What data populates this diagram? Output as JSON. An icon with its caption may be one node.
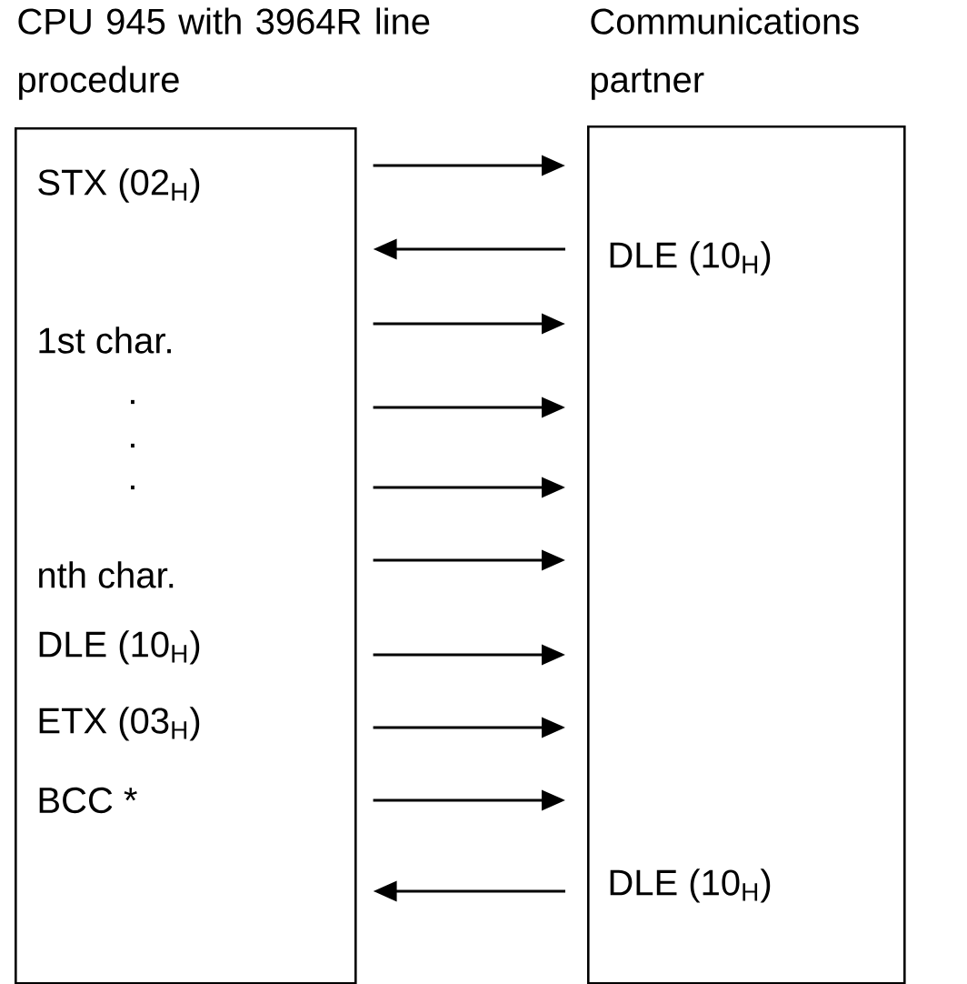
{
  "diagram": {
    "nodes": [
      {
        "text": [
          "CPU 945 with 3964R line procedure",
          "STX (02$_{H}$)",
          "1st char.",
          ".",
          ".",
          ".",
          "nth char.",
          "DLE (10$_{H}$)",
          "ETX (03$_{H}$)",
          "BCC *"
        ]
      },
      {
        "text": [
          "Communications partner",
          "DLE (10$_{H}$)",
          "DLE (10$_{H}$)"
        ]
      }
    ],
    "edges": [
      {
        "from": 0,
        "to": 1,
        "arrow": "to"
      },
      {
        "from": 1,
        "to": 0,
        "arrow": "to"
      },
      {
        "from": 0,
        "to": 1,
        "arrow": "to"
      },
      {
        "from": 0,
        "to": 1,
        "arrow": "to"
      },
      {
        "from": 0,
        "to": 1,
        "arrow": "to"
      },
      {
        "from": 0,
        "to": 1,
        "arrow": "to"
      },
      {
        "from": 0,
        "to": 1,
        "arrow": "to"
      },
      {
        "from": 0,
        "to": 1,
        "arrow": "to"
      },
      {
        "from": 0,
        "to": 1,
        "arrow": "to"
      },
      {
        "from": 1,
        "to": 0,
        "arrow": "to"
      }
    ]
  }
}
